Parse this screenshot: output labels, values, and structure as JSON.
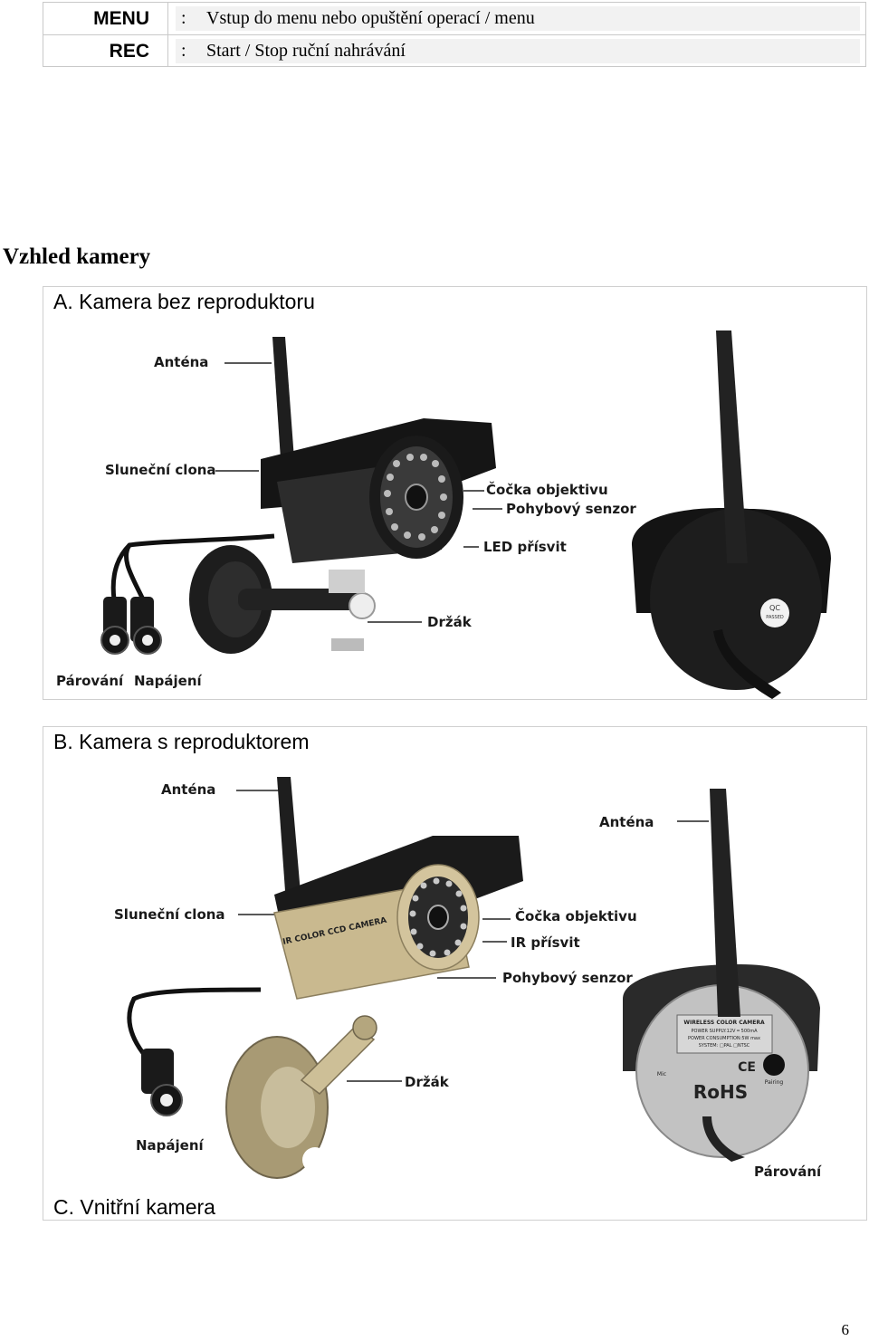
{
  "keys": [
    {
      "name": "MENU",
      "colon": ":",
      "description": "Vstup do menu nebo opuštění operací / menu"
    },
    {
      "name": "REC",
      "colon": ":",
      "description": "Start / Stop ruční nahrávání"
    }
  ],
  "section_title": "Vzhled kamery",
  "panels": {
    "a": {
      "title": "A. Kamera bez reproduktoru",
      "labels": {
        "antenna": "Anténa",
        "sunshade": "Sluneční clona",
        "lens": "Čočka objektivu",
        "motion_sensor": "Pohybový senzor",
        "led": "LED přísvit",
        "bracket": "Držák",
        "pairing": "Párování",
        "power": "Napájení"
      },
      "qc_sticker": {
        "line1": "QC",
        "line2": "PASSED"
      }
    },
    "b": {
      "title": "B. Kamera s reproduktorem",
      "labels": {
        "antenna_front": "Anténa",
        "antenna_back": "Anténa",
        "sunshade": "Sluneční clona",
        "lens": "Čočka objektivu",
        "ir": "IR přísvit",
        "motion_sensor": "Pohybový senzor",
        "bracket": "Držák",
        "power": "Napájení",
        "pairing": "Párování"
      },
      "body_text": "IR COLOR CCD CAMERA",
      "back_label": {
        "line1": "WIRELESS COLOR CAMERA",
        "line2": "POWER SUPPLY:12V ═ 500mA",
        "line3": "POWER CONSUMPTION:5W max",
        "line4": "SYSTEM: □PAL □NTSC",
        "mic": "Mic",
        "pairing": "Pairing",
        "rohs": "RoHS",
        "ce": "CE"
      }
    },
    "c": {
      "title": "C. Vnitřní kamera"
    }
  },
  "page_number": "6",
  "colors": {
    "border": "#cfcfcf",
    "key_bg": "#f2f2f2",
    "camera_dark": "#1c1c1c",
    "camera_gold": "#c9b98f"
  }
}
